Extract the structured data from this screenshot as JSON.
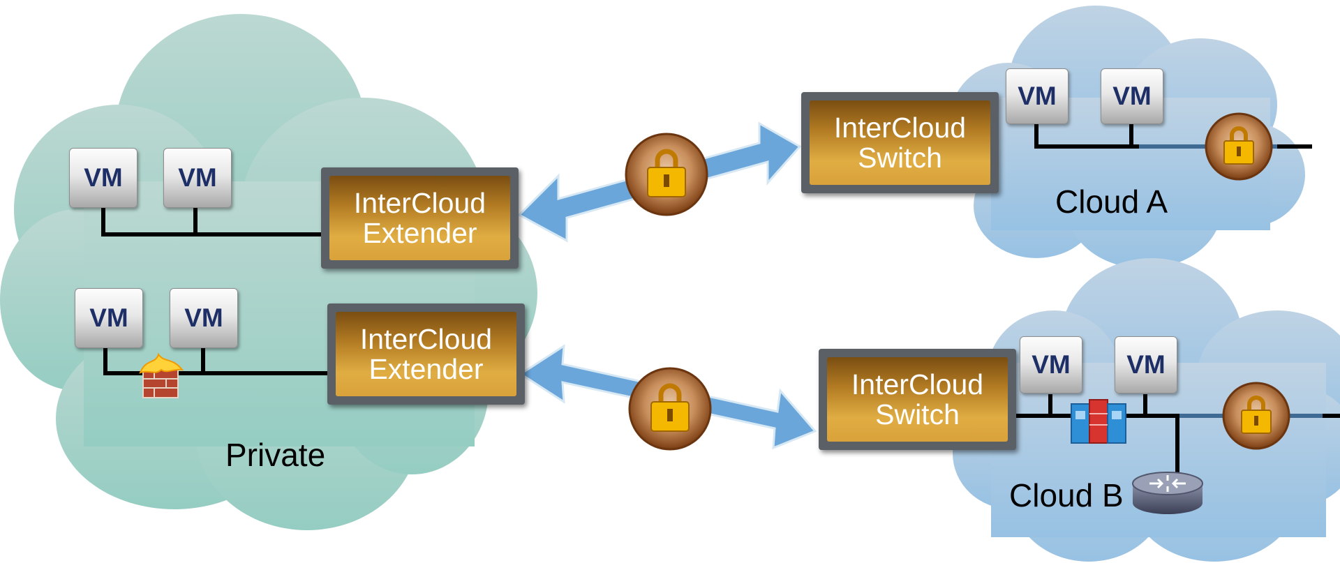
{
  "private_cloud": {
    "label": "Private",
    "vms": [
      "VM",
      "VM",
      "VM",
      "VM"
    ],
    "extenders": [
      {
        "line1": "InterCloud",
        "line2": "Extender"
      },
      {
        "line1": "InterCloud",
        "line2": "Extender"
      }
    ]
  },
  "cloud_a": {
    "label": "Cloud A",
    "switch": {
      "line1": "InterCloud",
      "line2": "Switch"
    },
    "vms": [
      "VM",
      "VM"
    ]
  },
  "cloud_b": {
    "label": "Cloud B",
    "switch": {
      "line1": "InterCloud",
      "line2": "Switch"
    },
    "vms": [
      "VM",
      "VM"
    ]
  },
  "icons": {
    "lock": "padlock-icon",
    "firewall": "firewall-icon",
    "virtual_firewall": "virtual-firewall-icon",
    "router": "router-icon"
  },
  "colors": {
    "private_cloud": "#9fcfc6",
    "public_cloud": "#a6c6e3",
    "arrow": "#6aa6d9",
    "appliance": "#d9a23a"
  }
}
